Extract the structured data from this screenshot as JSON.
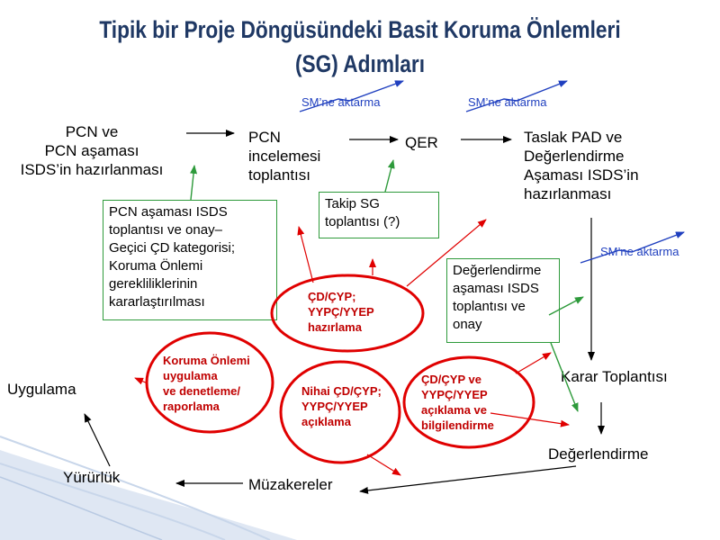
{
  "title": {
    "line1": "Tipik bir Proje Döngüsündeki Basit Koruma Önlemleri",
    "line2": "(SG) Adımları"
  },
  "nodes": {
    "pcn": [
      "PCN ve",
      "PCN aşaması",
      "ISDS’in hazırlanması"
    ],
    "review": [
      "PCN",
      "incelemesi",
      "toplantısı"
    ],
    "qer": "QER",
    "draft": [
      "Taslak PAD ve",
      "Değerlendirme",
      "Aşaması ISDS’in",
      "hazırlanması"
    ],
    "decision": "Karar Toplantısı",
    "appraisal": "Değerlendirme",
    "negotiation": "Müzakereler",
    "effect": "Yürürlük",
    "implementation": "Uygulama"
  },
  "transfer_labels": {
    "first": "SM’ne aktarma",
    "second": "SM’ne aktarma",
    "third": "SM’ne aktarma"
  },
  "green_boxes": {
    "pcn_isds": [
      "PCN aşaması ISDS",
      "toplantısı ve onay–",
      "Geçici ÇD kategorisi;",
      "Koruma Önlemi",
      "gerekliliklerinin",
      "kararlaştırılması"
    ],
    "followup": [
      "Takip SG",
      "toplantısı (?)"
    ],
    "appraisal_isds": [
      "Değerlendirme",
      "aşaması ISDS",
      "toplantısı ve",
      "onay"
    ]
  },
  "red_notes": {
    "prepare": [
      "ÇD/ÇYP;",
      "YYPÇ/YYEP",
      "hazırlama"
    ],
    "monitoring": [
      "Koruma Önlemi",
      "uygulama",
      "ve  denetleme/",
      "raporlama"
    ],
    "final": [
      "Nihai ÇD/ÇYP;",
      "YYPÇ/YYEP",
      "açıklama"
    ],
    "disclosure": [
      "ÇD/ÇYP ve",
      "YYPÇ/YYEP",
      "açıklama ve",
      "bilgilendirme"
    ]
  },
  "colors": {
    "title": "#1f3864",
    "transfer": "#1f3fbf",
    "green": "#2e9a3b",
    "red": "#e00000",
    "red_text": "#c00000"
  }
}
